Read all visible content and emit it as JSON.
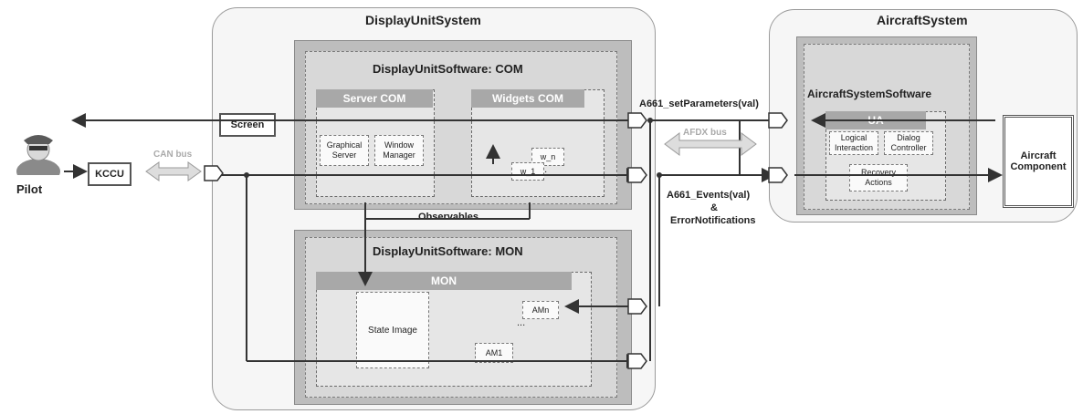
{
  "actors": {
    "pilot": "Pilot",
    "kccu": "KCCU",
    "screen": "Screen",
    "aircraft_component": "Aircraft Component"
  },
  "display_unit_system": {
    "title": "DisplayUnitSystem",
    "com": {
      "title": "DisplayUnitSoftware: COM",
      "server": {
        "title": "Server COM",
        "graphical_server": "Graphical Server",
        "window_manager": "Window Manager"
      },
      "widgets": {
        "title": "Widgets COM",
        "w_n": "w_n",
        "w_1": "w_1",
        "ellipsis": "..."
      }
    },
    "mon": {
      "title": "DisplayUnitSoftware: MON",
      "box_title": "MON",
      "state_image": "State Image",
      "am_n": "AMn",
      "am_1": "AM1",
      "ellipsis": "..."
    },
    "observables": "Observables"
  },
  "aircraft_system": {
    "title": "AircraftSystem",
    "software_title": "AircraftSystemSoftware",
    "ua": {
      "title": "UA",
      "logical_interaction": "Logical Interaction",
      "dialog_controller": "Dialog Controller",
      "recovery_actions": "Recovery Actions"
    }
  },
  "buses": {
    "can_bus": "CAN bus",
    "afdx_bus": "AFDX bus"
  },
  "messages": {
    "set_parameters": "A661_setParameters(val)",
    "events_line1": "A661_Events(val)",
    "events_line2": "&",
    "events_line3": "ErrorNotifications"
  }
}
